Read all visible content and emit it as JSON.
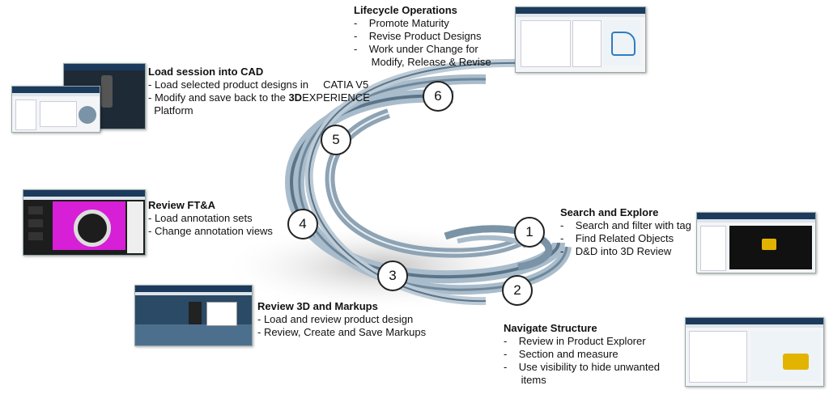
{
  "steps": [
    {
      "number": "1",
      "title": "Search and Explore",
      "lines": [
        "-    Search and filter with tag",
        "-    Find Related Objects",
        "-    D&D into 3D Review"
      ]
    },
    {
      "number": "2",
      "title": "Navigate Structure",
      "lines": [
        "-    Review in Product Explorer",
        "-    Section and measure",
        "-    Use visibility to hide unwanted",
        "      items"
      ]
    },
    {
      "number": "3",
      "title": "Review 3D and Markups",
      "lines": [
        "- Load and review product design",
        "- Review, Create and Save Markups"
      ]
    },
    {
      "number": "4",
      "title": "Review FT&A",
      "lines": [
        "- Load annotation sets",
        "- Change annotation views"
      ]
    },
    {
      "number": "5",
      "title": "Load session into CAD",
      "lines": [
        "- Load selected product designs in     CATIA V5",
        "- Modify and save back to the ",
        "  Platform"
      ],
      "bold_fragment": "3D",
      "after_bold": "EXPERIENCE"
    },
    {
      "number": "6",
      "title": "Lifecycle Operations",
      "lines": [
        "-    Promote Maturity",
        "-    Revise Product Designs",
        "-    Work under Change for",
        "      Modify, Release & Revise"
      ]
    }
  ],
  "colors": {
    "spiral_dark": "#5b7488",
    "spiral_light": "#a9bccb",
    "spiral_edge": "#e9f0f5",
    "magenta": "#d61fd6",
    "header_blue": "#1b3a5c"
  }
}
